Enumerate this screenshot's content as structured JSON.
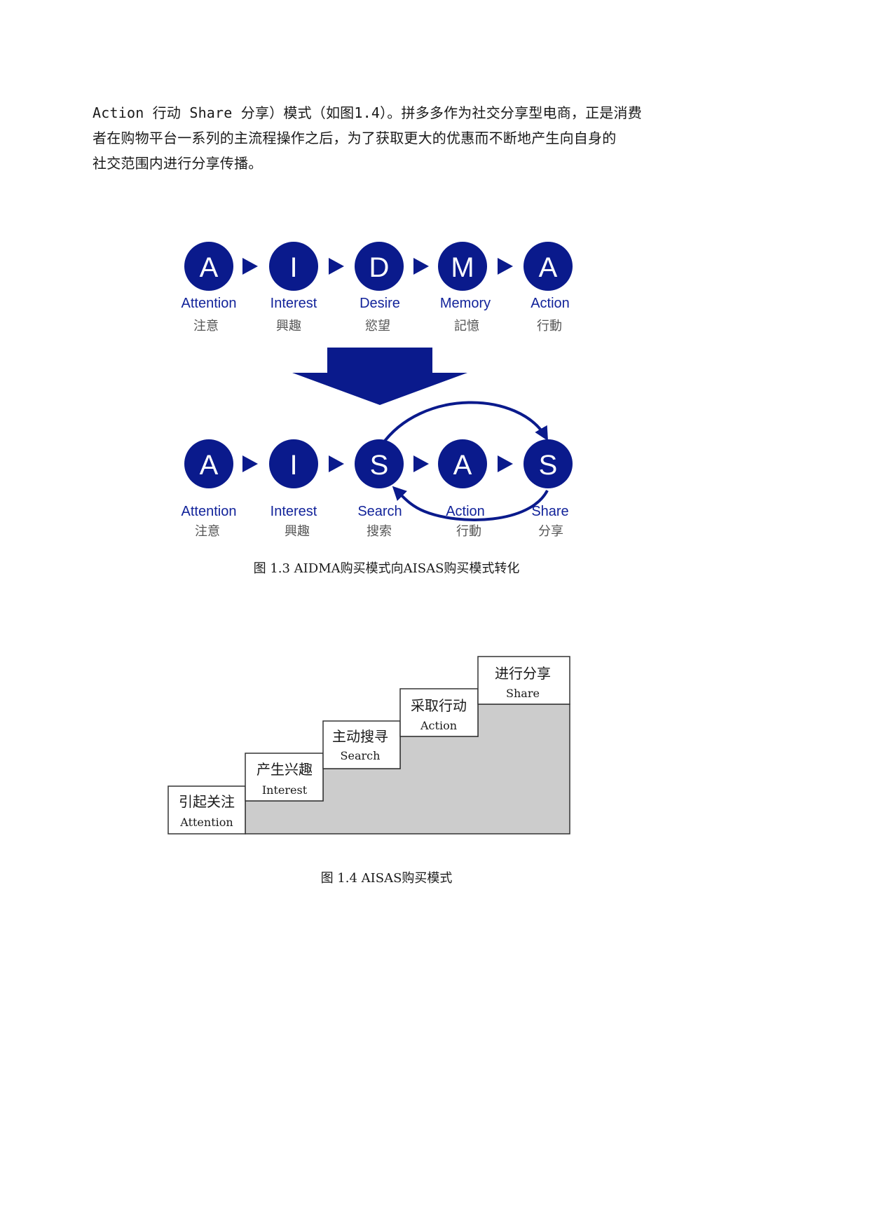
{
  "paragraph": {
    "lines": [
      "Action 行动 Share 分享）模式（如图1.4）。拼多多作为社交分享型电商，正是消费",
      "者在购物平台一系列的主流程操作之后，为了获取更大的优惠而不断地产生向自身的",
      "社交范围内进行分享传播。"
    ]
  },
  "figure_1_3": {
    "colors": {
      "circle": "#0a1a8c",
      "text": "#12239a",
      "cjk": "#555555"
    },
    "aidma": [
      {
        "letter": "A",
        "en": "Attention",
        "cn": "注意"
      },
      {
        "letter": "I",
        "en": "Interest",
        "cn": "興趣"
      },
      {
        "letter": "D",
        "en": "Desire",
        "cn": "慾望"
      },
      {
        "letter": "M",
        "en": "Memory",
        "cn": "記憶"
      },
      {
        "letter": "A",
        "en": "Action",
        "cn": "行動"
      }
    ],
    "aisas": [
      {
        "letter": "A",
        "en": "Attention",
        "cn": "注意"
      },
      {
        "letter": "I",
        "en": "Interest",
        "cn": "興趣"
      },
      {
        "letter": "S",
        "en": "Search",
        "cn": "搜索"
      },
      {
        "letter": "A",
        "en": "Action",
        "cn": "行動"
      },
      {
        "letter": "S",
        "en": "Share",
        "cn": "分享"
      }
    ],
    "caption": "图 1.3 AIDMA购买模式向AISAS购买模式转化"
  },
  "figure_1_4": {
    "steps": [
      {
        "cn": "引起关注",
        "en": "Attention"
      },
      {
        "cn": "产生兴趣",
        "en": "Interest"
      },
      {
        "cn": "主动搜寻",
        "en": "Search"
      },
      {
        "cn": "采取行动",
        "en": "Action"
      },
      {
        "cn": "进行分享",
        "en": "Share"
      }
    ],
    "fill_color": "#cccccc",
    "caption": "图 1.4 AISAS购买模式"
  }
}
